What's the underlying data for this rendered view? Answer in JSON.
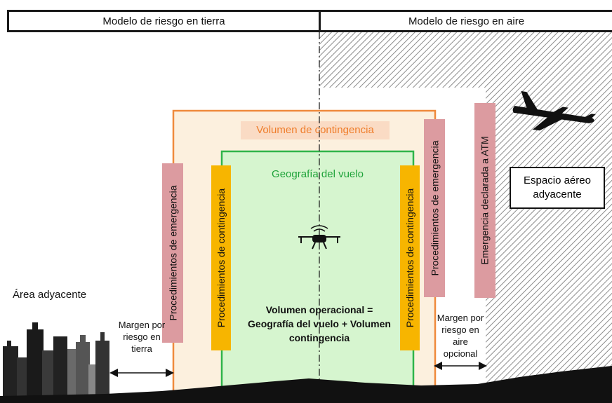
{
  "header": {
    "ground_model": "Modelo de riesgo en tierra",
    "air_model": "Modelo de riesgo en aire"
  },
  "labels": {
    "contingency_volume": "Volumen de contingencia",
    "flight_geography": "Geografía del vuelo",
    "emergency_procedures": "Procedimientos de emergencia",
    "contingency_procedures": "Procedimientos de contingencia",
    "emergency_atm": "Emergencia declarada a ATM",
    "adjacent_airspace": "Espacio aéreo adyacente",
    "adjacent_area": "Área adyacente",
    "ground_margin": "Margen por riesgo en tierra",
    "air_margin": "Margen por riesgo en aire opcional",
    "operational_volume": "Volumen operacional = Geografía del vuelo + Volumen contingencia"
  },
  "colors": {
    "contingency_border": "#ef8a3c",
    "contingency_fill": "#fcf0de",
    "flight_border": "#2fb44a",
    "flight_fill": "#d6f5cf",
    "emergency_bar": "#dc9ba0",
    "contingency_bar": "#f7b500",
    "hatch": "#9a9a9a"
  }
}
